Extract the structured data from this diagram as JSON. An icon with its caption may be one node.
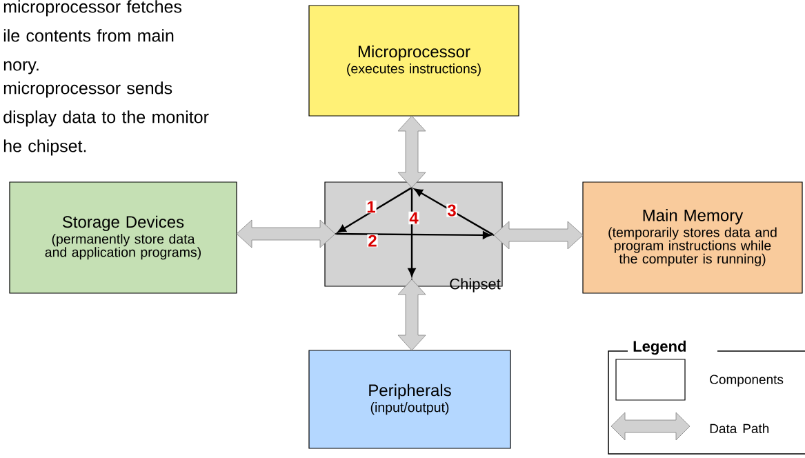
{
  "diagram": {
    "nodes": [
      {
        "text": [
          "Microprocessor",
          "(executes instructions)"
        ]
      },
      {
        "text": [
          "Storage Devices",
          "(permanently store data and application programs)"
        ]
      },
      {
        "text": [
          "Chipset"
        ]
      },
      {
        "text": [
          "Main Memory",
          "(temporarily stores data and program instructions while the computer is running)"
        ]
      },
      {
        "text": [
          "Peripherals",
          "(input/output)"
        ]
      },
      {
        "text": [],
        "shape": "dot",
        "in": 2
      },
      {
        "text": [],
        "shape": "dot",
        "in": 2
      },
      {
        "text": [],
        "shape": "dot",
        "in": 2
      },
      {
        "text": [],
        "shape": "dot",
        "in": 2
      }
    ],
    "edges": [
      {
        "from": 0,
        "to": 2,
        "arrow": "both",
        "style": "thick"
      },
      {
        "from": 1,
        "to": 2,
        "arrow": "both",
        "style": "thick"
      },
      {
        "from": 2,
        "to": 3,
        "arrow": "both",
        "style": "thick"
      },
      {
        "from": 2,
        "to": 4,
        "arrow": "both",
        "style": "thick"
      },
      {
        "from": 5,
        "to": 6,
        "arrow": "to",
        "label": "1"
      },
      {
        "from": 6,
        "to": 7,
        "arrow": "to",
        "label": "2"
      },
      {
        "from": 7,
        "to": 5,
        "arrow": "to",
        "label": "3"
      },
      {
        "from": 5,
        "to": 8,
        "arrow": "to",
        "label": "4"
      }
    ],
    "labels": [
      "microprocessor fetches ile contents from main nory.",
      "microprocessor sends display data to the monitor he chipset.",
      "Legend"
    ],
    "legend": [
      {
        "text": "Components"
      },
      {
        "text": "Data Path"
      }
    ]
  }
}
